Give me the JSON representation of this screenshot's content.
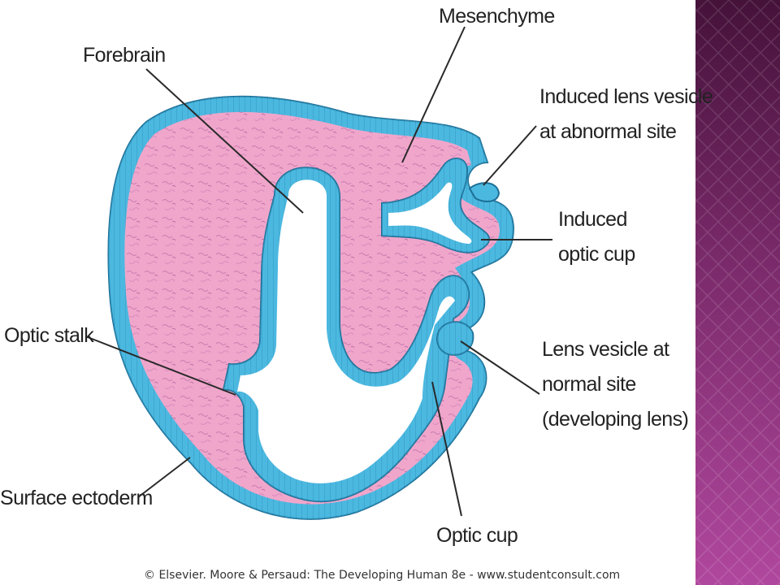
{
  "labels": {
    "mesenchyme": "Mesenchyme",
    "forebrain": "Forebrain",
    "induced_lens_vesicle": [
      "Induced lens vesicle",
      "at abnormal site"
    ],
    "induced_optic_cup": [
      "Induced",
      "optic cup"
    ],
    "optic_stalk": "Optic stalk",
    "lens_vesicle_normal": [
      "Lens vesicle at",
      "normal site",
      "(developing lens)"
    ],
    "surface_ectoderm": "Surface ectoderm",
    "optic_cup": "Optic cup"
  },
  "credit": "© Elsevier. Moore & Persaud: The Developing Human 8e - www.studentconsult.com",
  "colors": {
    "mesenchyme_fill": "#f0a6cb",
    "epithelium_fill": "#4bb8e0",
    "epithelium_stroke": "#1c6f96",
    "lumen_fill": "#ffffff",
    "side_panel_dark": "#45123a",
    "side_panel_light": "#b0479e"
  }
}
